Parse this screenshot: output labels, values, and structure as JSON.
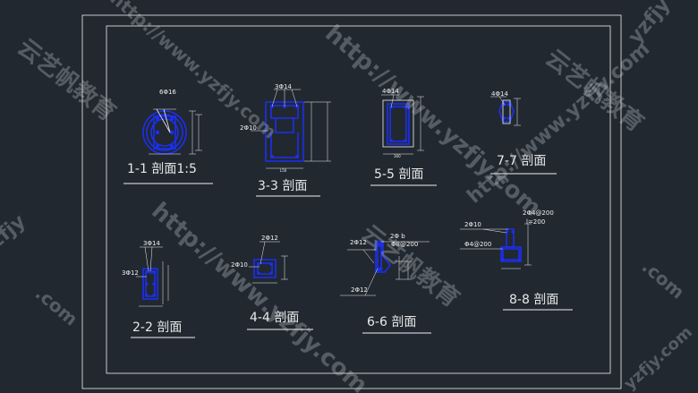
{
  "sections": {
    "s1": {
      "title": "1-1  剖面1:5",
      "rebar": "6Φ16"
    },
    "s2": {
      "title": "2-2  剖面",
      "top": "3Φ14",
      "side": "3Φ12"
    },
    "s3": {
      "title": "3-3  剖面",
      "top": "3Φ14",
      "side": "2Φ10"
    },
    "s4": {
      "title": "4-4  剖面",
      "top": "2Φ12",
      "side": "2Φ10"
    },
    "s5": {
      "title": "5-5  剖面",
      "top": "4Φ14"
    },
    "s6": {
      "title": "6-6  剖面",
      "top_a": "2Φ12",
      "top_b": "2Φ b",
      "top_c": "Φ8@200",
      "side": "2Φ12"
    },
    "s7": {
      "title": "7-7  剖面",
      "top": "4Φ14"
    },
    "s8": {
      "title": "8-8  剖面",
      "a": "2Φ10",
      "b": "2Φ4@200",
      "c": "l=200",
      "d": "Φ4@200"
    }
  },
  "watermarks": {
    "brand": "云艺帆教育",
    "url": "http://www.yzfjy.com",
    "edge_top_right": "yzfjy",
    "edge_left_mid": "zfjy",
    "edge_left_low": ".com",
    "edge_right_mid": ".com",
    "edge_bottom_right": "yzfjy.com"
  },
  "colors": {
    "background": "#212830",
    "rebar": "#1c2ff0",
    "line": "#f0f0f0"
  }
}
